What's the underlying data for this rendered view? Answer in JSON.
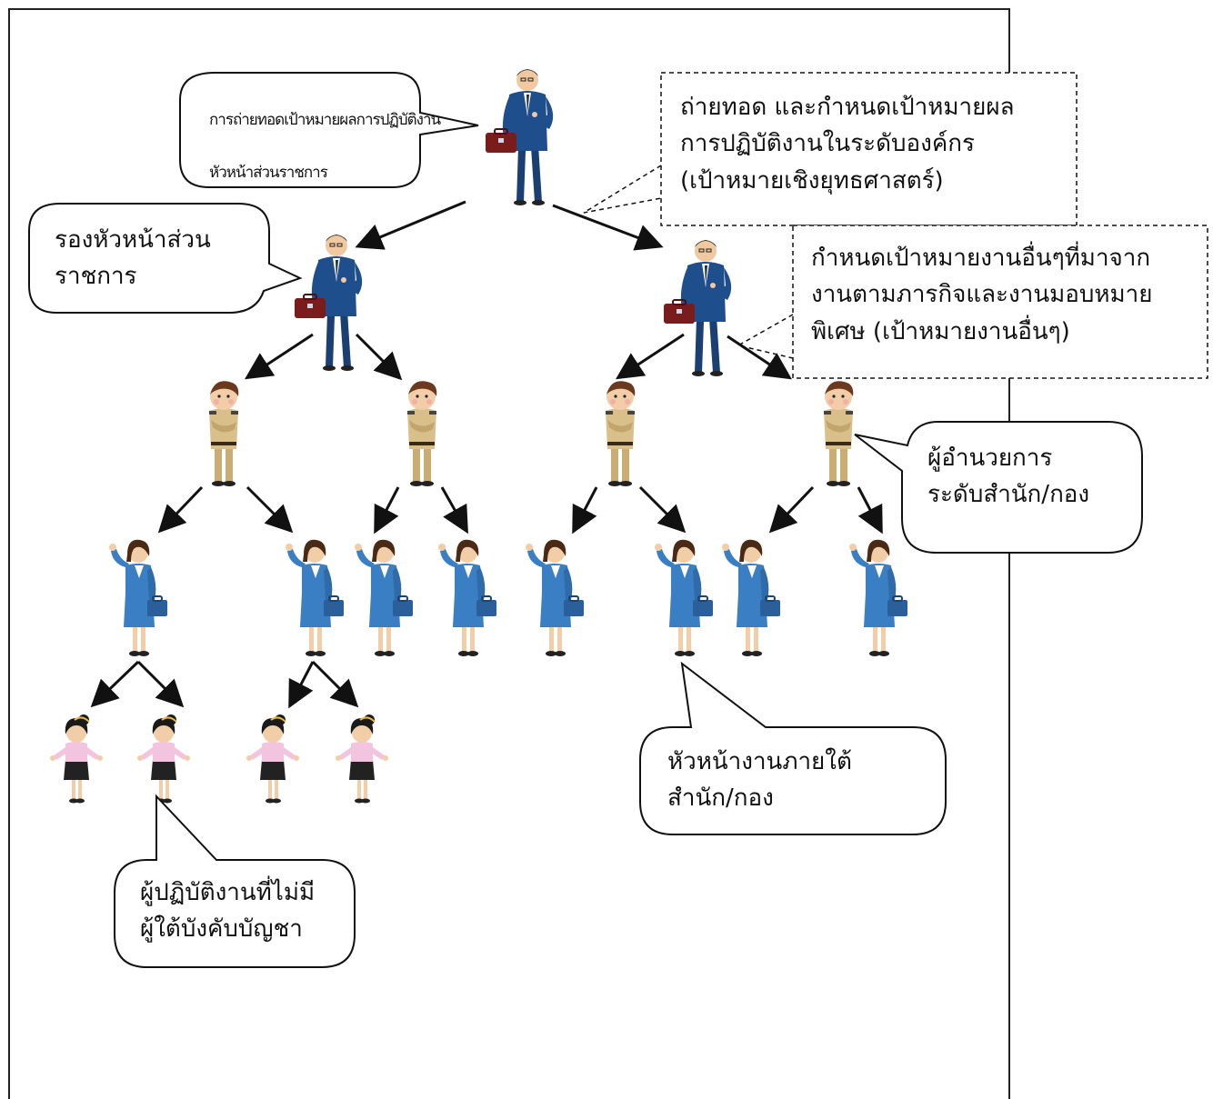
{
  "callouts": {
    "top_left_line1": "การถ่ายทอดเป้าหมายผลการปฏิบัติงาน",
    "top_left_line2": "หัวหน้าส่วนราชการ",
    "deputy": "รองหัวหน้าส่วน\nราชการ",
    "org_goal": "ถ่ายทอด และกำหนดเป้าหมายผล\nการปฏิบัติงานในระดับองค์กร\n(เป้าหมายเชิงยุทธศาสตร์)",
    "other_goal": "กำหนดเป้าหมายงานอื่นๆที่มาจาก\nงานตามภารกิจและงานมอบหมาย\nพิเศษ (เป้าหมายงานอื่นๆ)",
    "director": "ผู้อำนวยการ\nระดับสำนัก/กอง",
    "section_head": "หัวหน้างานภายใต้\nสำนัก/กอง",
    "staff": "ผู้ปฏิบัติงานที่ไม่มี\nผู้ใต้บังคับบัญชา"
  },
  "colors": {
    "executive_suit": "#1f4e8c",
    "director_uniform": "#d9c08a",
    "woman_suit": "#3a7fc4",
    "staff_blouse": "#f2c4e0",
    "briefcase": "#7a1c1c"
  }
}
